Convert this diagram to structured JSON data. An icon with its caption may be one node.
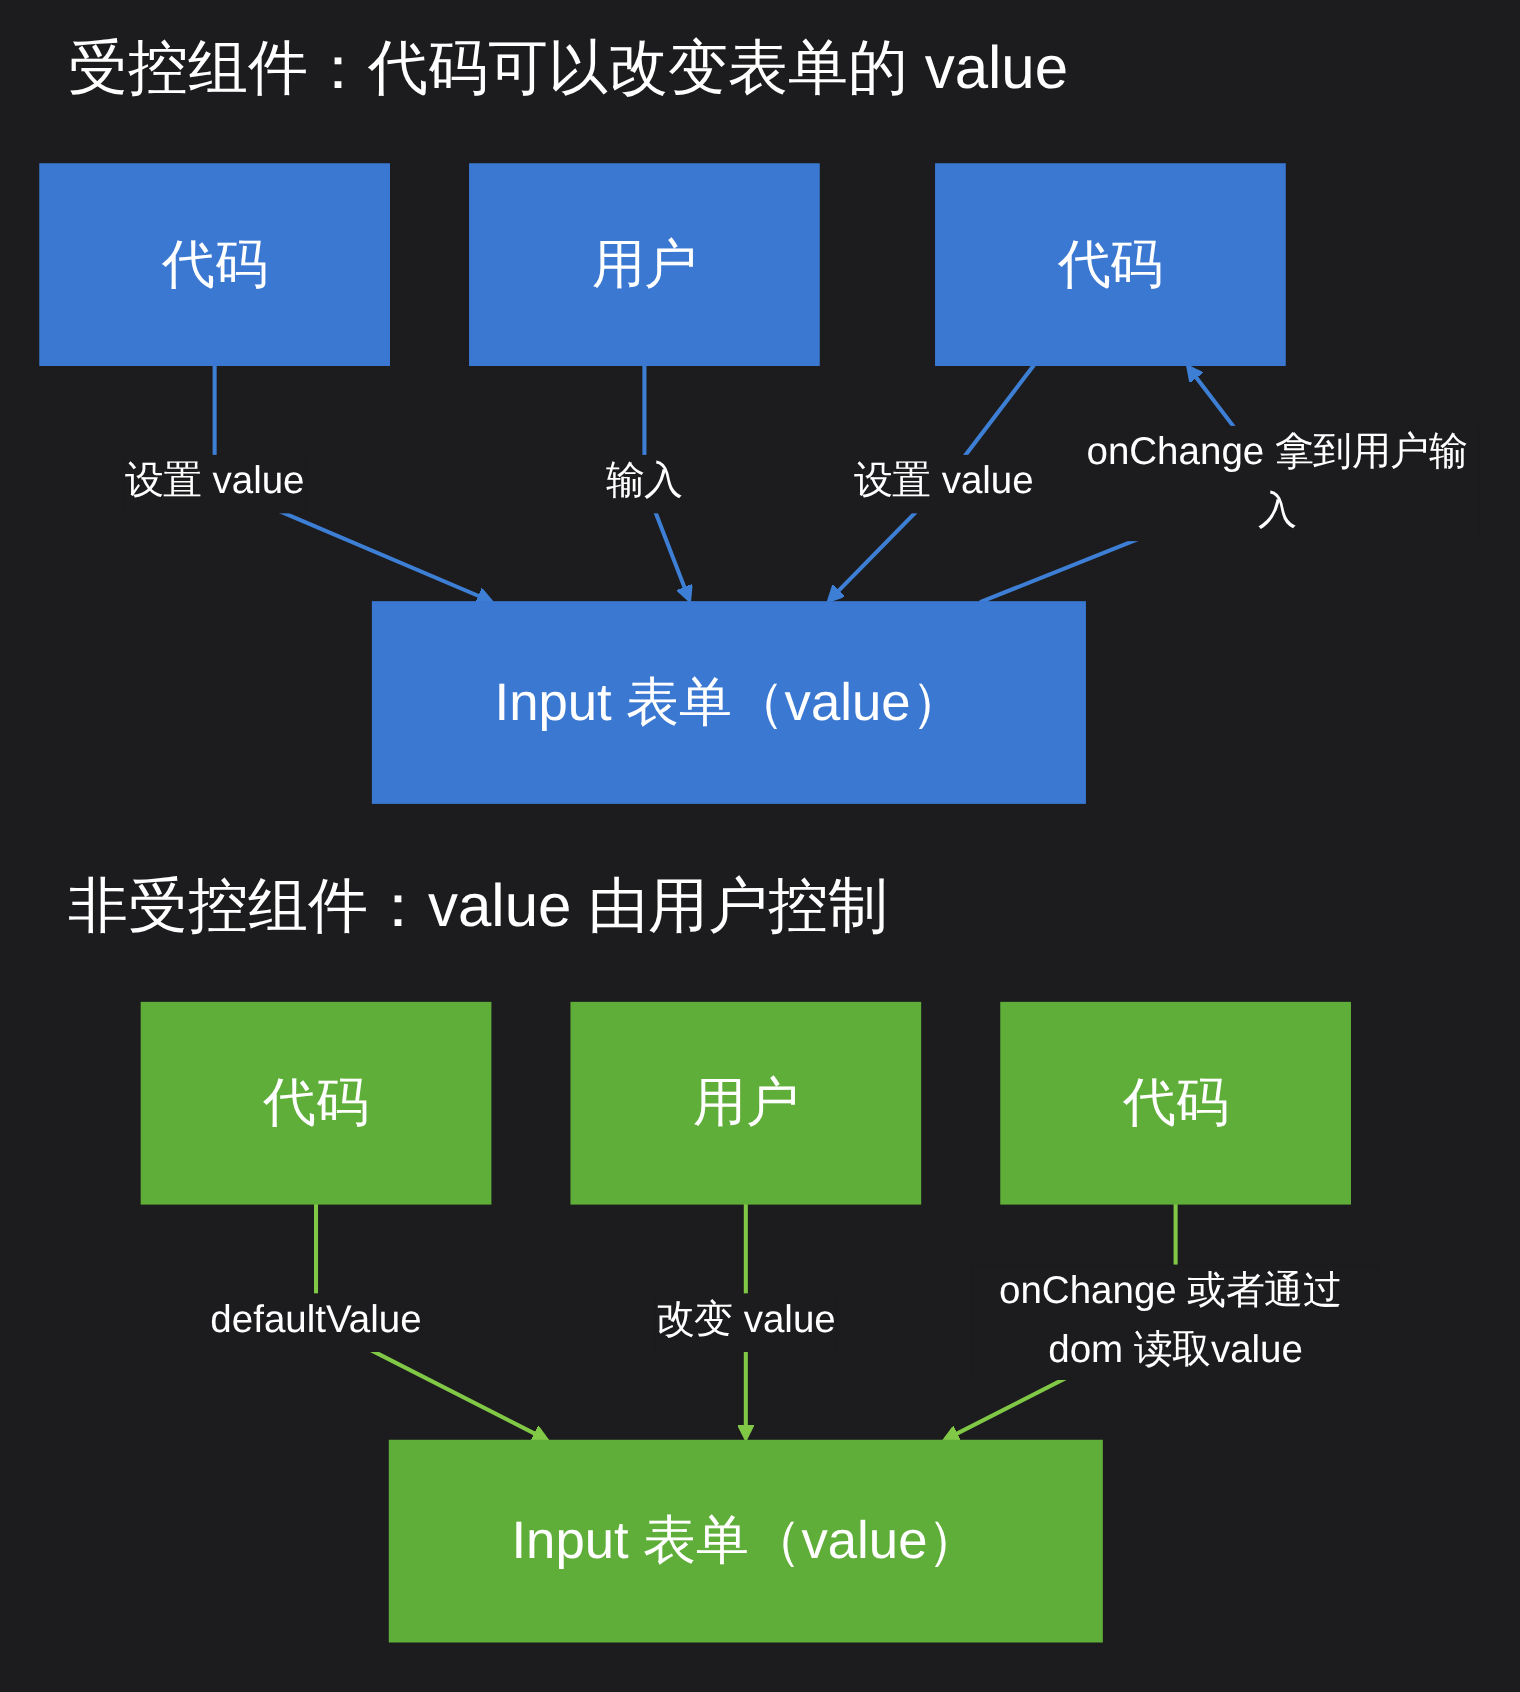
{
  "diagram": {
    "title": "受控组件：代码可以改变表单的 value",
    "nodes": [
      {
        "text": [
          "代码"
        ]
      },
      {
        "text": [
          "用户"
        ]
      },
      {
        "text": [
          "代码"
        ]
      },
      {
        "text": [
          "Input 表单（value）"
        ]
      },
      {
        "text": [
          "代码"
        ]
      },
      {
        "text": [
          "用户"
        ]
      },
      {
        "text": [
          "代码"
        ]
      },
      {
        "text": [
          "Input 表单（value）"
        ]
      }
    ],
    "edges": [
      {
        "from": 0,
        "to": 3,
        "arrow": "to",
        "label": "设置 value"
      },
      {
        "from": 1,
        "to": 3,
        "arrow": "to",
        "label": "输入"
      },
      {
        "from": 3,
        "to": 2,
        "arrow": "to",
        "label": "onChange 拿到用户输入"
      },
      {
        "from": 2,
        "to": 3,
        "arrow": "to",
        "label": "设置 value"
      },
      {
        "from": 4,
        "to": 7,
        "arrow": "to",
        "label": "defaultValue",
        "color": "#80c846"
      },
      {
        "from": 5,
        "to": 7,
        "arrow": "to",
        "label": "改变 value",
        "color": "#80c846"
      },
      {
        "from": 6,
        "to": 7,
        "arrow": "to",
        "label": "onChange 或者通过 dom 读取value",
        "color": "#80c846"
      }
    ],
    "labels": [
      "非受控组件：value 由用户控制"
    ]
  }
}
